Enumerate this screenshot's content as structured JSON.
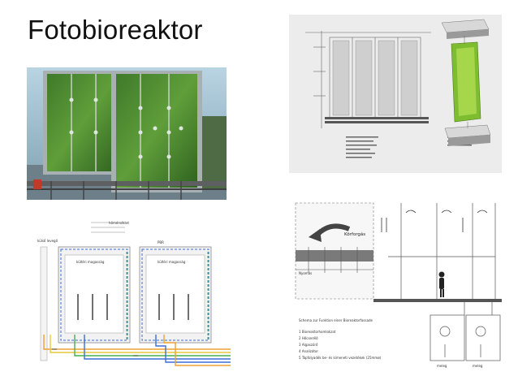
{
  "slide": {
    "title": "Fotobioreaktor"
  },
  "diagram_left": {
    "label_kulso_levego": "külső levegő",
    "label_homerseklet": "hőmérséklet",
    "label_pv": "PBR",
    "label_alga_1": "kültéri magasság",
    "label_alga_2": "kültéri magasság"
  },
  "diagram_right": {
    "label_korforgas": "Körforgás",
    "label_nyomas": "Nyomás",
    "legend_title": "Schema zur Funktion einer Bioreaktorfassade",
    "legend_items": [
      "1 Bioreaktorhomlokzat",
      "2 Hőcserélő",
      "3 Algaszűrő",
      "4 Analizátor",
      "5 Tápfolyadék be- és kimeneti vezetékek (25mmø)"
    ],
    "label_meleg": "meleg",
    "label_meleg2": "meleg"
  },
  "colors": {
    "algae_green": "#4e8a2f",
    "pipe_blue": "#3a6fd6",
    "pipe_orange": "#f0a030",
    "pipe_green": "#4caf50",
    "pipe_yellow": "#e6c93a"
  }
}
